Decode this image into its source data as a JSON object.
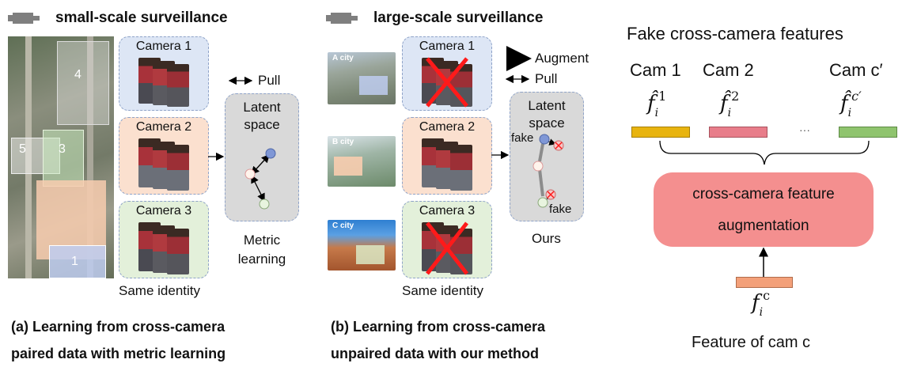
{
  "left": {
    "header": "small-scale surveillance",
    "cameras": [
      "Camera 1",
      "Camera 2",
      "Camera 3"
    ],
    "pull": "Pull",
    "latent": [
      "Latent",
      "space"
    ],
    "method": [
      "Metric",
      "learning"
    ],
    "identity": "Same identity",
    "map_numbers": [
      "4",
      "5",
      "3",
      "1"
    ],
    "caption": [
      "(a) Learning from cross-camera",
      "paired data with metric learning"
    ]
  },
  "middle": {
    "header": "large-scale surveillance",
    "cities": [
      "A city",
      "B city",
      "C city"
    ],
    "cameras": [
      "Camera 1",
      "Camera 2",
      "Camera 3"
    ],
    "augment": "Augment",
    "pull": "Pull",
    "latent": [
      "Latent",
      "space"
    ],
    "fake": "fake",
    "method": "Ours",
    "identity": "Same identity",
    "caption": [
      "(b) Learning from cross-camera",
      "unpaired data with our method"
    ]
  },
  "right": {
    "title": "Fake cross-camera features",
    "cams": [
      "Cam 1",
      "Cam 2",
      "Cam c′"
    ],
    "feat_superscripts": [
      "1",
      "2",
      "c′"
    ],
    "ellipsis": "···",
    "box": [
      "cross-camera feature",
      "augmentation"
    ],
    "input_superscript": "c",
    "feature_label": "Feature of cam c"
  },
  "colors": {
    "blue": "#dde6f5",
    "orange": "#fbe0cf",
    "green": "#e3f0da",
    "latent": "#d9d9d9",
    "aug_box": "#f48f8f",
    "feat_yellow": "#e8b40f",
    "feat_pink": "#e87d8a",
    "feat_green": "#8fc46e",
    "feat_orange": "#f3a079",
    "cross": "#ff1a1a"
  }
}
